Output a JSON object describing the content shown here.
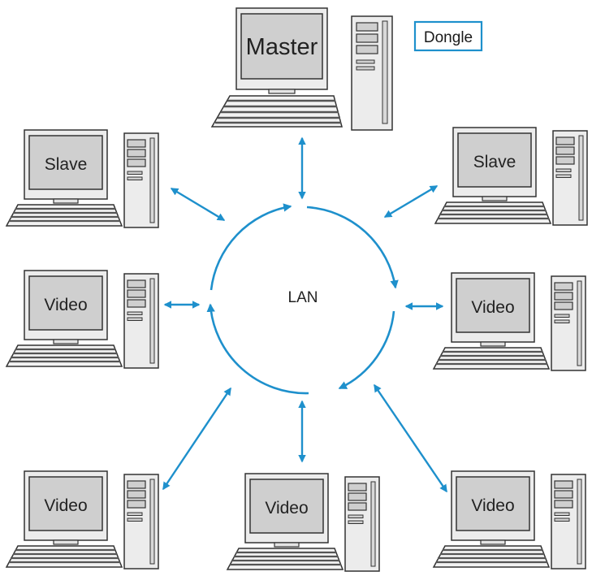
{
  "network": {
    "label": "LAN",
    "color": "#1e90cc"
  },
  "dongle": {
    "label": "Dongle",
    "color": "#1e90cc"
  },
  "computers": [
    {
      "id": "master",
      "label": "Master"
    },
    {
      "id": "slave-left",
      "label": "Slave"
    },
    {
      "id": "slave-right",
      "label": "Slave"
    },
    {
      "id": "video-left",
      "label": "Video"
    },
    {
      "id": "video-right",
      "label": "Video"
    },
    {
      "id": "video-bottom-left",
      "label": "Video"
    },
    {
      "id": "video-bottom-center",
      "label": "Video"
    },
    {
      "id": "video-bottom-right",
      "label": "Video"
    }
  ],
  "icons": {
    "workstation": "desktop-computer-icon",
    "link": "double-headed-arrow-icon"
  }
}
